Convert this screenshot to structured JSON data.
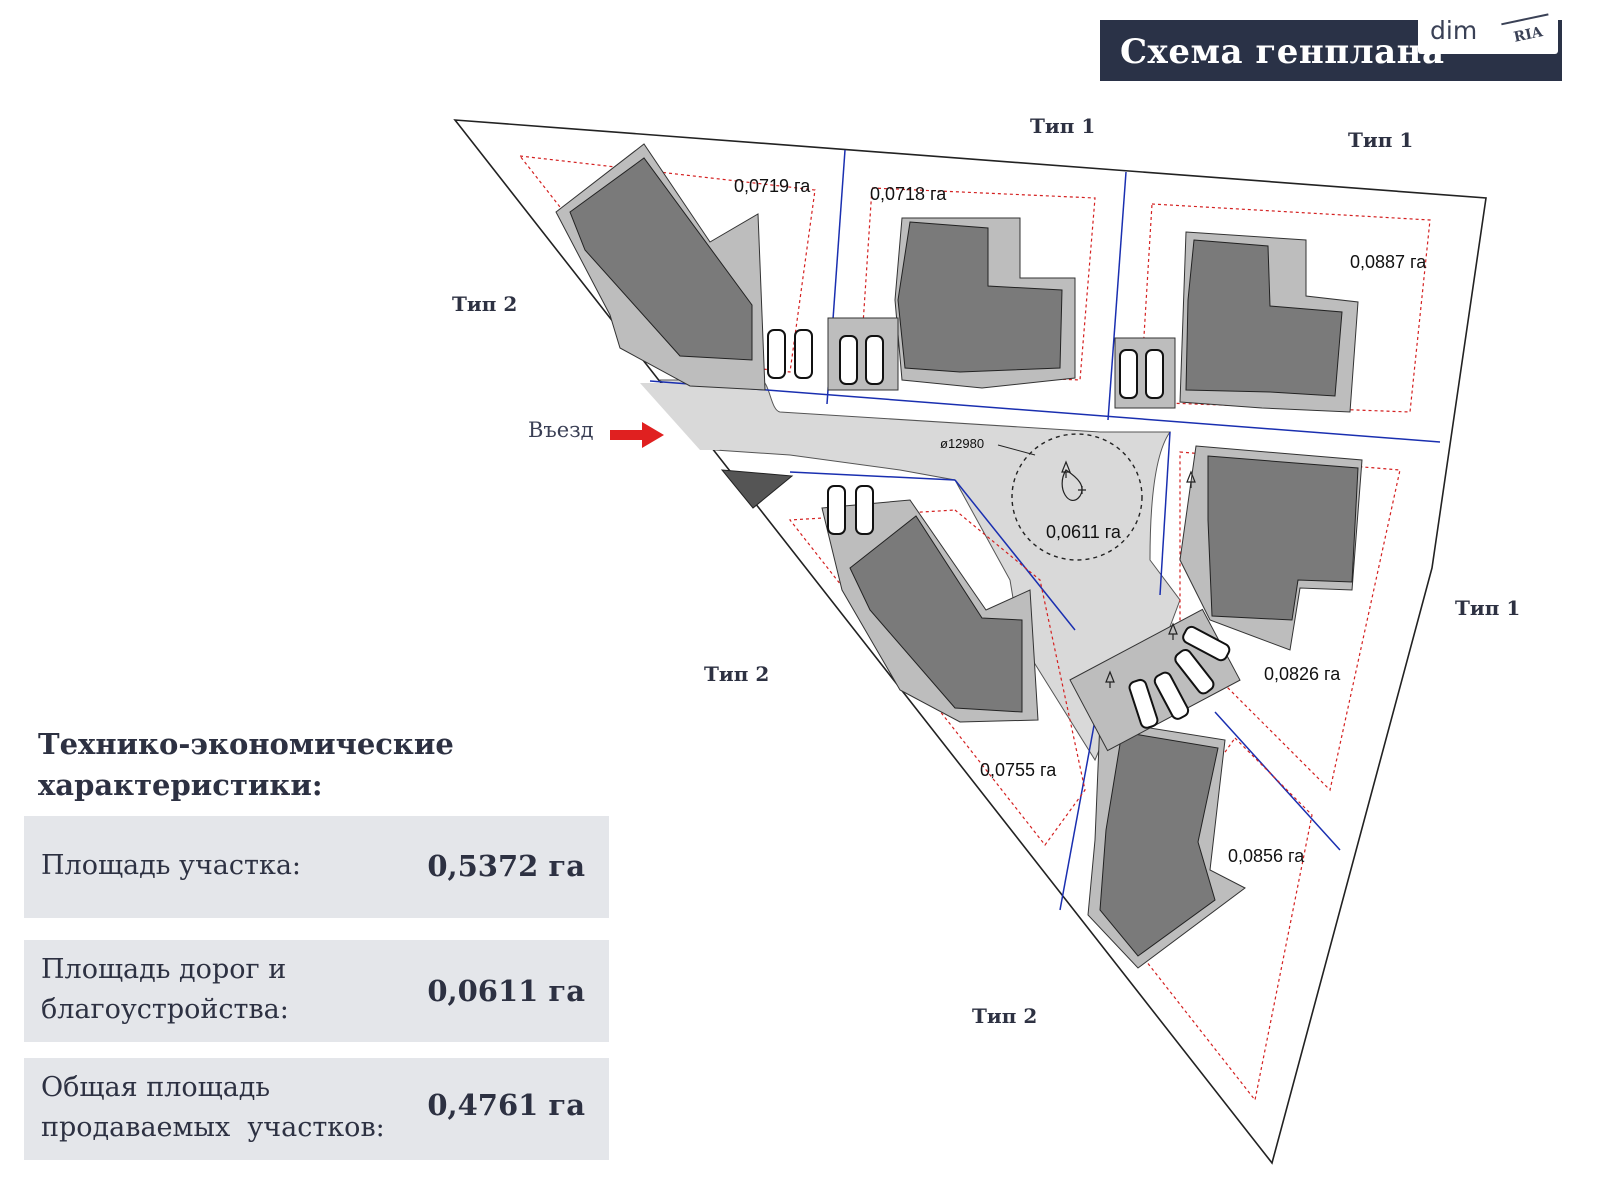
{
  "header": {
    "title": "Схема генплана",
    "watermark_left": "dim",
    "watermark_right": "RIA"
  },
  "plan": {
    "type_labels": [
      "Тип 1",
      "Тип 1",
      "Тип 2",
      "Тип 1",
      "Тип 2",
      "Тип 2"
    ],
    "entry_label": "Въезд",
    "plot_areas": [
      "0,0719 га",
      "0,0718 га",
      "0,0887 га",
      "0,0611 га",
      "0,0826 га",
      "0,0755 га",
      "0,0856 га"
    ],
    "roundabout_diameter": "ø12980"
  },
  "characteristics": {
    "heading_line1": "Технико-экономические",
    "heading_line2": "характеристики:",
    "rows": [
      {
        "label_line1": "Площадь участка:",
        "label_line2": "",
        "value": "0,5372 га"
      },
      {
        "label_line1": "Площадь дорог и",
        "label_line2": "благоустройства:",
        "value": "0,0611 га"
      },
      {
        "label_line1": "Общая площадь",
        "label_line2": "продаваемых  участков:",
        "value": "0,4761 га"
      }
    ]
  },
  "colors": {
    "title_bg": "#2a3247",
    "building": "#7a7a7a",
    "footprint": "#bdbdbd",
    "road": "#d9d9d9",
    "plot_line": "#1a2fb0",
    "setback_line": "#d42020",
    "arrow": "#e02020",
    "stat_bg": "#e4e6ea"
  }
}
